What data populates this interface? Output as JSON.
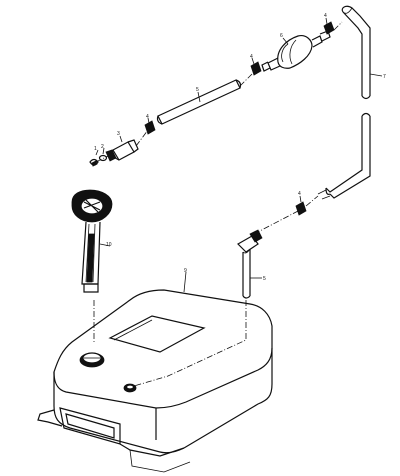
{
  "callouts": {
    "n1": "1",
    "n2": "2",
    "n3": "3",
    "n4a": "4",
    "n4b": "4",
    "n4c": "4",
    "n4d": "4",
    "n5a": "5",
    "n5b": "5",
    "n6": "6",
    "n7": "7",
    "n9": "9",
    "n10": "10"
  }
}
